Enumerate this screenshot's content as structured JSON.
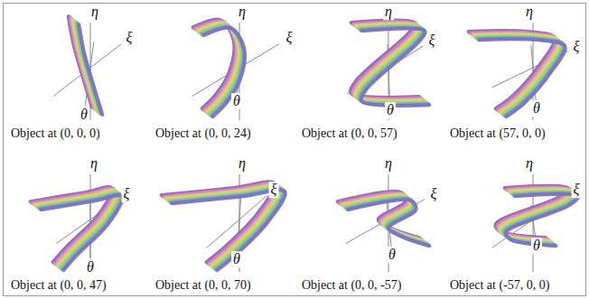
{
  "diagram": {
    "labels": [
      "η",
      "ξ",
      "θ",
      "Object at (0, 0, 0)",
      "η",
      "ξ",
      "θ",
      "Object at (0, 0, 24)",
      "η",
      "ξ",
      "θ",
      "Object at (0, 0, 57)",
      "η",
      "ξ",
      "θ",
      "Object at (57, 0, 0)",
      "η",
      "ξ",
      "θ",
      "Object at (0, 0, 47)",
      "η",
      "ξ",
      "θ",
      "Object at (0, 0, 70)",
      "η",
      "ξ",
      "θ",
      "Object at (0, 0, -57)",
      "η",
      "ξ",
      "θ",
      "Object at (-57, 0, 0)"
    ]
  }
}
